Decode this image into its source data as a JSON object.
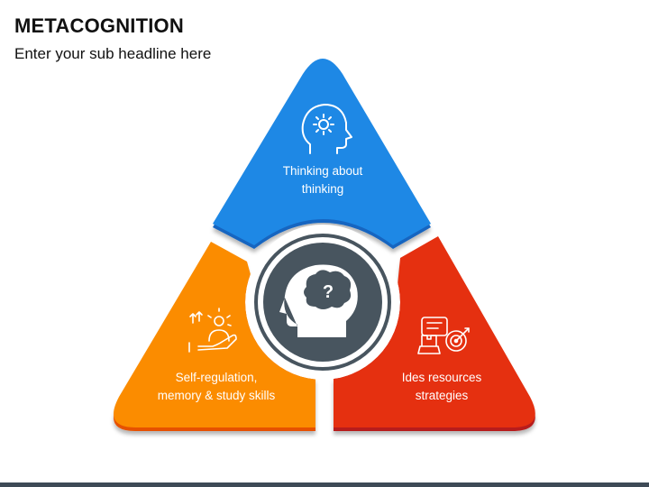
{
  "header": {
    "title": "METACOGNITION",
    "subtitle": "Enter your sub headline here"
  },
  "segments": {
    "top": {
      "label_line1": "Thinking about",
      "label_line2": "thinking",
      "color": "#1e88e5",
      "icon": "gear-head-icon"
    },
    "left": {
      "label_line1": "Self-regulation,",
      "label_line2": "memory & study skills",
      "color": "#fb8c00",
      "icon": "self-improvement-icon"
    },
    "right": {
      "label_line1": "Ides resources",
      "label_line2": "strategies",
      "color": "#e53010",
      "icon": "strategy-target-icon"
    }
  },
  "center": {
    "icon": "head-question-icon",
    "question_mark": "?",
    "color": "#48555f"
  },
  "colors": {
    "accent_dark": "#3e4a56",
    "shadow": "#9e9e9e"
  }
}
